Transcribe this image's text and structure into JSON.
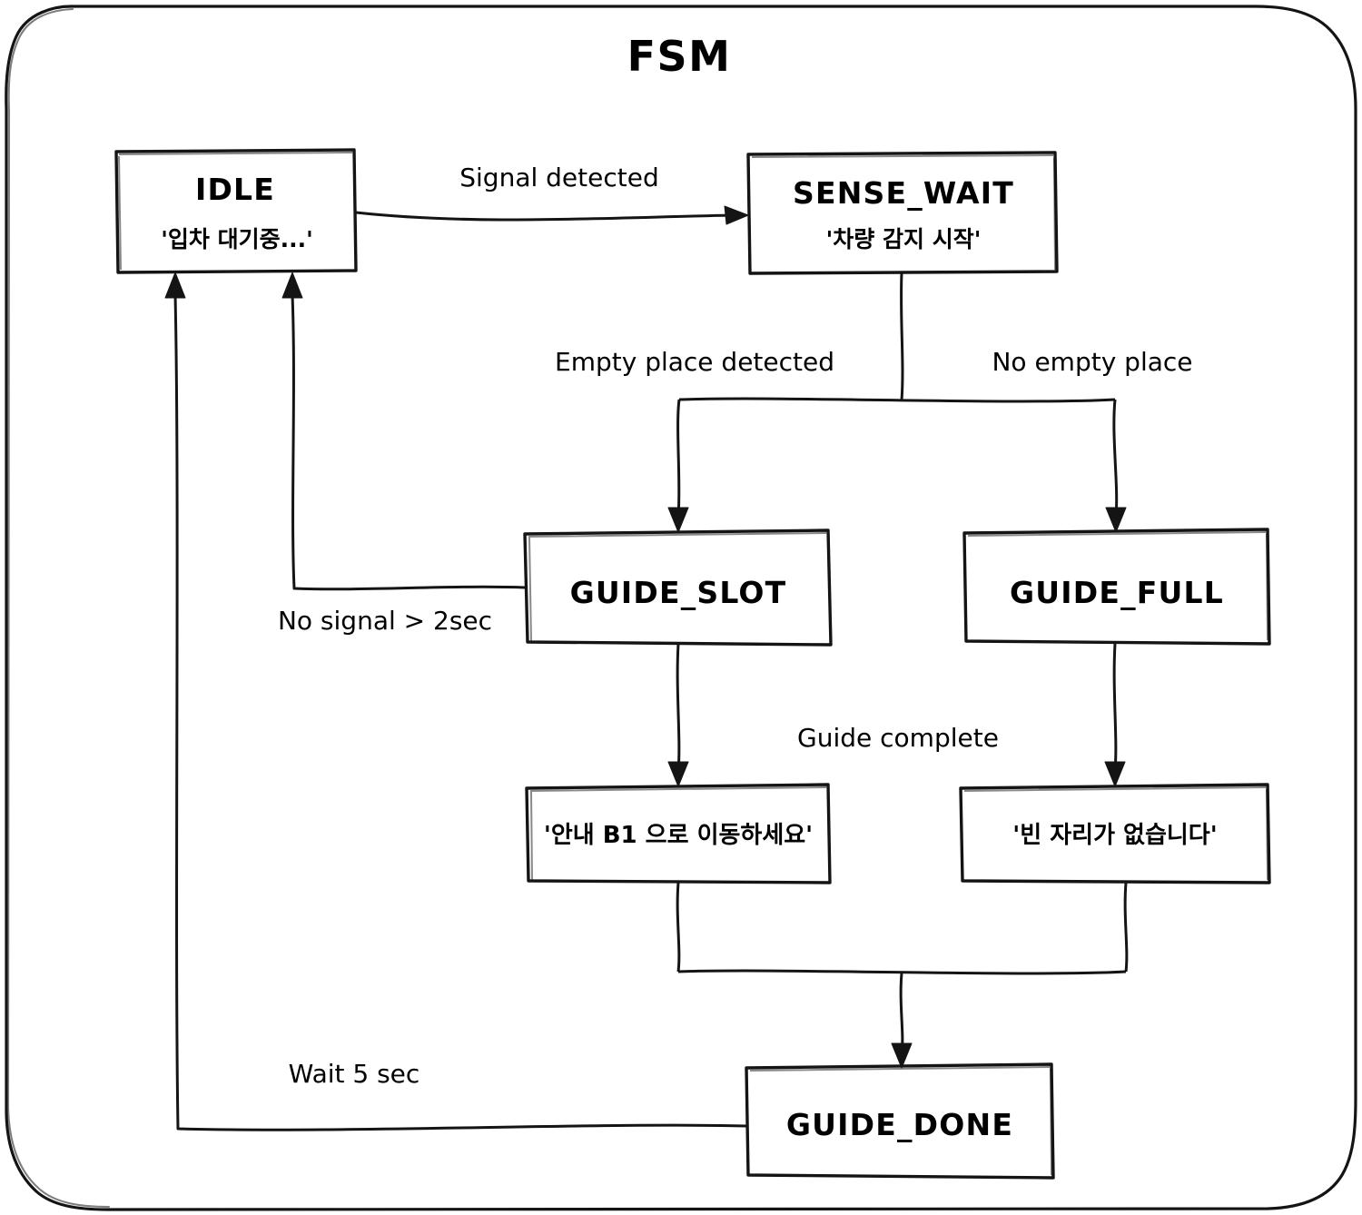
{
  "diagram": {
    "title": "FSM",
    "type": "finite-state-machine-flowchart",
    "style": "hand-drawn-sketch",
    "colors": {
      "stroke": "#141414",
      "background": "#ffffff",
      "text": "#000000"
    }
  },
  "nodes": {
    "idle": {
      "id": "IDLE",
      "label": "IDLE",
      "sublabel": "'입차 대기중...'"
    },
    "sense_wait": {
      "id": "SENSE_WAIT",
      "label": "SENSE_WAIT",
      "sublabel": "'차량 감지 시작'"
    },
    "guide_slot": {
      "id": "GUIDE_SLOT",
      "label": "GUIDE_SLOT"
    },
    "guide_full": {
      "id": "GUIDE_FULL",
      "label": "GUIDE_FULL"
    },
    "msg_slot": {
      "id": "MSG_SLOT",
      "label": "'안내 B1 으로 이동하세요'"
    },
    "msg_full": {
      "id": "MSG_FULL",
      "label": "'빈 자리가 없습니다'"
    },
    "guide_done": {
      "id": "GUIDE_DONE",
      "label": "GUIDE_DONE"
    }
  },
  "transitions": [
    {
      "from": "IDLE",
      "to": "SENSE_WAIT",
      "label": "Signal detected"
    },
    {
      "from": "SENSE_WAIT",
      "to": "GUIDE_SLOT",
      "label": "Empty place detected"
    },
    {
      "from": "SENSE_WAIT",
      "to": "GUIDE_FULL",
      "label": "No empty place"
    },
    {
      "from": "GUIDE_SLOT",
      "to": "IDLE",
      "label": "No signal > 2sec"
    },
    {
      "from": "GUIDE_SLOT",
      "to": "MSG_SLOT",
      "label": ""
    },
    {
      "from": "GUIDE_FULL",
      "to": "MSG_FULL",
      "label": "Guide complete"
    },
    {
      "from": "MSG_SLOT",
      "to": "GUIDE_DONE",
      "label": ""
    },
    {
      "from": "MSG_FULL",
      "to": "GUIDE_DONE",
      "label": ""
    },
    {
      "from": "GUIDE_DONE",
      "to": "IDLE",
      "label": "Wait 5 sec"
    }
  ],
  "edge_labels": {
    "signal_detected": "Signal detected",
    "empty_place_detected": "Empty place detected",
    "no_empty_place": "No empty place",
    "no_signal_2sec": "No signal > 2sec",
    "guide_complete": "Guide complete",
    "wait_5_sec": "Wait 5 sec"
  }
}
